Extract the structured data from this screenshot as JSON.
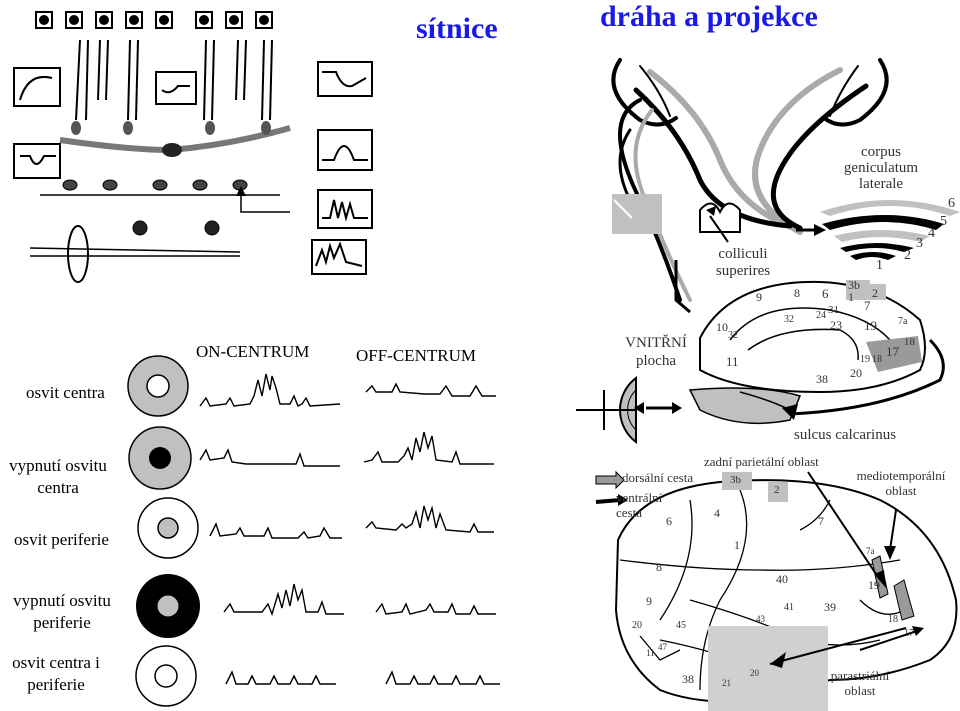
{
  "titles": {
    "retina": "sítnice",
    "pathway": "dráha a projekce"
  },
  "receptive_fields": {
    "on_center": "ON-CENTRUM",
    "off_center": "OFF-CENTRUM",
    "rows": [
      {
        "label": "osvit centra"
      },
      {
        "label": "vypnutí osvitu centra"
      },
      {
        "label": "osvit periferie"
      },
      {
        "label": "vypnutí osvitu periferie"
      },
      {
        "label": "osvit centra i periferie"
      }
    ]
  },
  "visual_pathway": {
    "cgl": "corpus geniculatum laterale",
    "cgl_layers": [
      "1",
      "2",
      "3",
      "4",
      "5",
      "6"
    ],
    "colliculi": "colliculi superires",
    "inner_surface": "VNITŘNÍ plocha",
    "sulcus": "sulcus calcarinus",
    "areas": [
      "3b",
      "1",
      "2",
      "6",
      "8",
      "9",
      "7",
      "24",
      "31",
      "32",
      "23",
      "19",
      "7a",
      "10",
      "32",
      "18",
      "17",
      "11",
      "38",
      "20",
      "19",
      "18"
    ]
  },
  "lateral_brain": {
    "dorsal": "dorsální cesta",
    "ventral": "ventrální cesta",
    "parietal": "zadní parietální oblast",
    "mediotemporal": "mediotemporální oblast",
    "parastriate": "parastriální oblast",
    "areas": [
      "3b",
      "2",
      "4",
      "6",
      "7",
      "1",
      "8",
      "40",
      "7a",
      "19",
      "9",
      "41",
      "39",
      "20",
      "45",
      "43",
      "18",
      "17",
      "11",
      "47",
      "38",
      "21",
      "20"
    ]
  },
  "colors": {
    "title": "#1a1ae6",
    "gray": "#c0c0c0",
    "dark": "#000000"
  }
}
